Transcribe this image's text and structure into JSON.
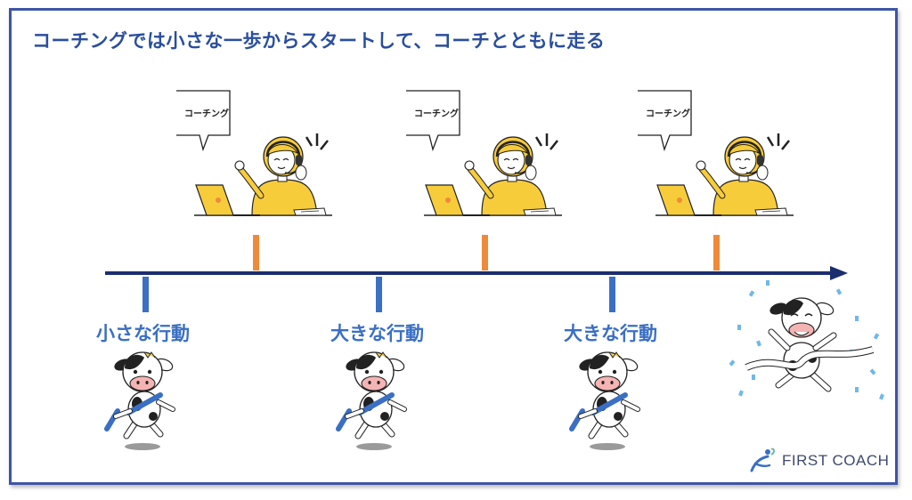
{
  "title": "コーチングでは小さな一歩からスタートして、コーチとともに走る",
  "coach_bubbles": [
    "コーチング",
    "コーチング",
    "コーチング"
  ],
  "action_labels": [
    "小さな行動",
    "大きな行動",
    "大きな行動"
  ],
  "brand": {
    "name": "FIRST COACH"
  },
  "colors": {
    "frame": "#3d55a6",
    "title": "#2a4e9f",
    "timeline": "#1b2e6e",
    "coach_tick": "#ee8a3a",
    "action_tick": "#3a6fc4",
    "label": "#3a6fc4",
    "coach_yellow": "#f7cc3b"
  }
}
